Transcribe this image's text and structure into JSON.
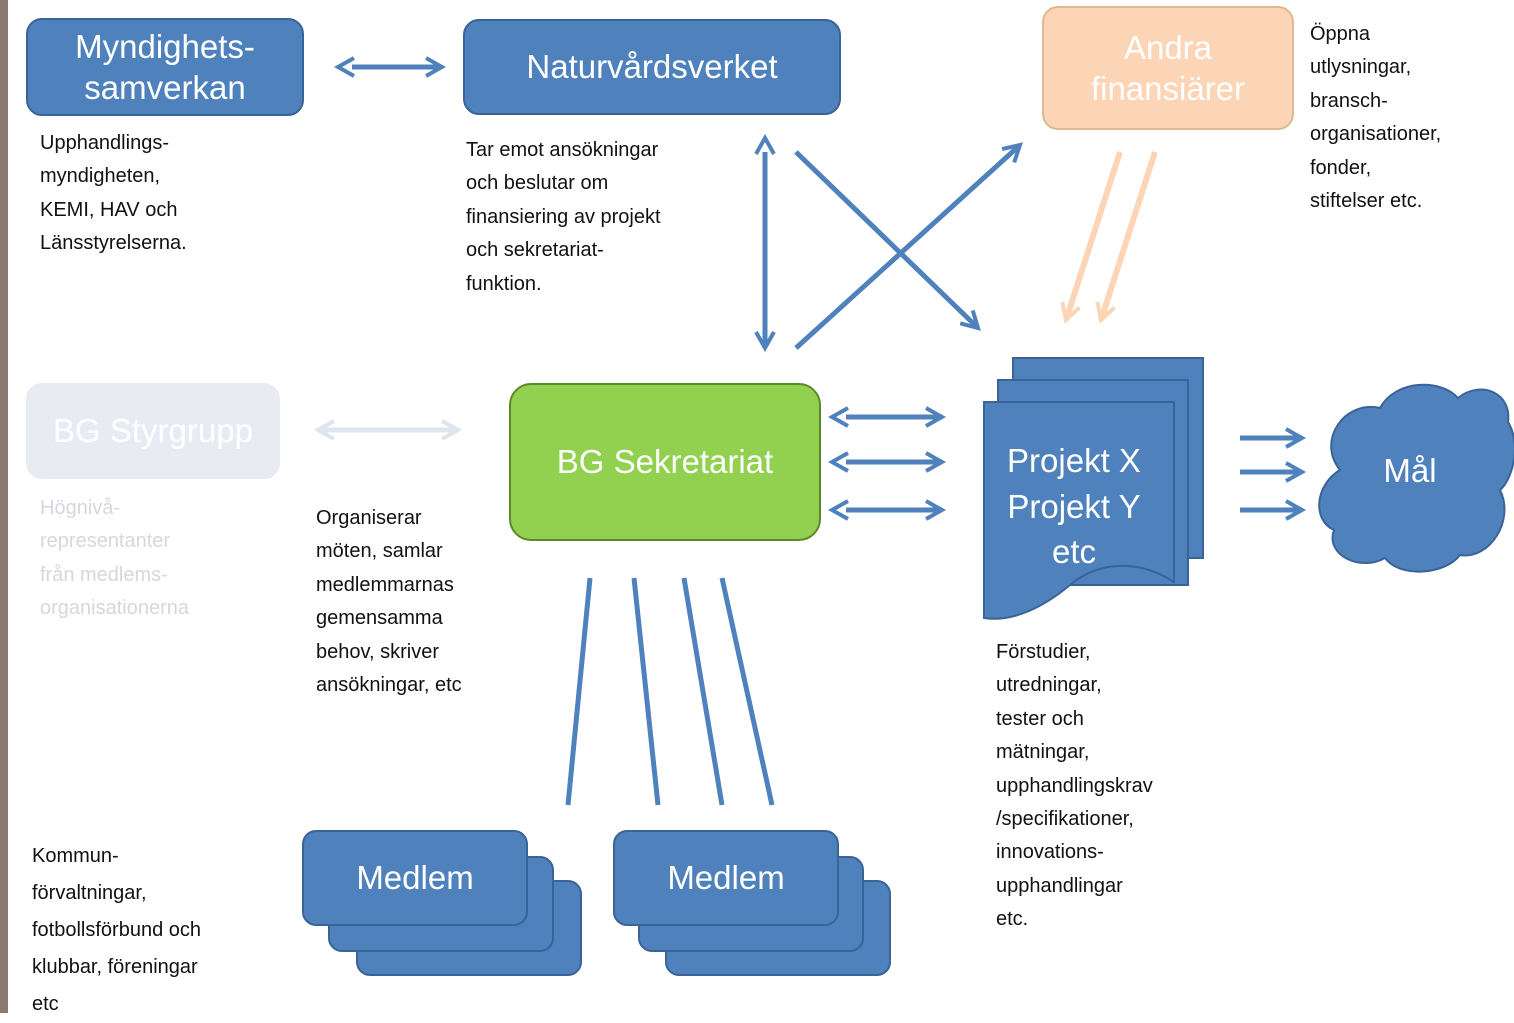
{
  "colors": {
    "node_blue": "#4f81bd",
    "node_border": "#3a6396",
    "secretariat_green": "#92d050",
    "other_financiers": "#fbd5b5",
    "faded_node": "#e8ecf2",
    "arrow_blue": "#4f81bd",
    "arrow_orange": "#fbd5b5"
  },
  "nodes": {
    "myndighetssamverkan": "Myndighets-\nsamverkan",
    "naturvardsverket": "Naturvårdsverket",
    "andra_finansiarer": "Andra\nfinansiärer",
    "bg_styrgrupp": "BG Styrgrupp",
    "bg_sekretariat": "BG Sekretariat",
    "projekt": "Projekt X\nProjekt Y\netc",
    "mal": "Mål",
    "medlem_1": "Medlem",
    "medlem_2": "Medlem"
  },
  "notes": {
    "myndighet": "Upphandlings-\nmyndigheten,\nKEMI,  HAV och\nLänsstyrelserna.",
    "naturvard": "Tar  emot ansökningar\noch beslutar om\nfinansiering  av projekt\noch sekretariat-\nfunktion.",
    "andra": "Öppna\nutlysningar,\nbransch-\norganisationer,\nfonder,\nstiftelser etc.",
    "styrgrupp": "Högnivå-\nrepresentanter\nfrån medlems-\norganisationerna",
    "sekretariat": "Organiserar\nmöten,  samlar\nmedlemmarnas\ngemensamma\nbehov,  skriver\nansökningar,  etc",
    "projekt": "Förstudier,\nutredningar,\ntester och\nmätningar,\nupphandlingskrav\n/specifikationer,\ninnovations-\nupphandlingar\netc.",
    "medlem": "Kommun-\nförvaltningar,\nfotbollsförbund och\nklubbar,  föreningar\netc"
  }
}
